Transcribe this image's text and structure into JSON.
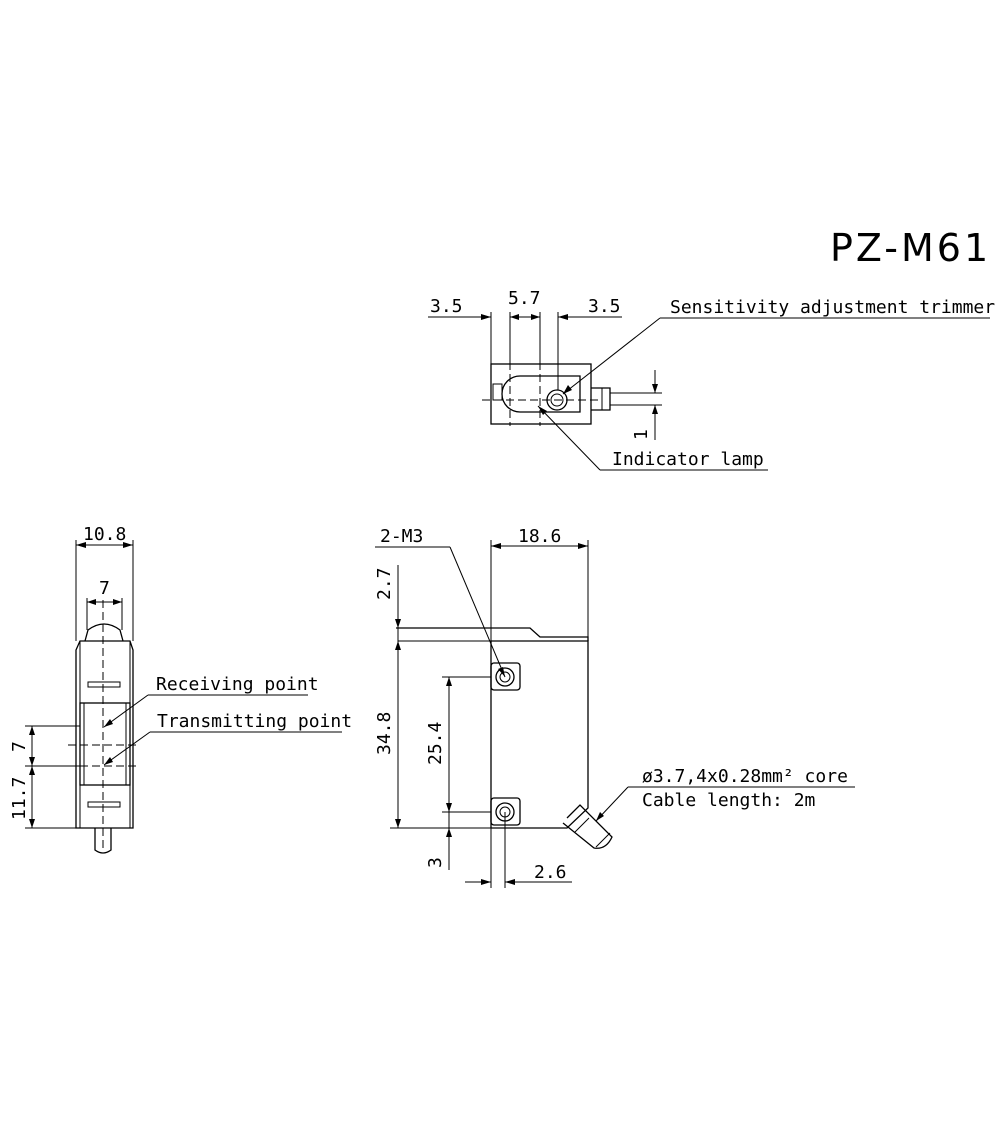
{
  "title": "PZ-M61",
  "top_view": {
    "dim_left": "3.5",
    "dim_center": "5.7",
    "dim_right": "3.5",
    "dim_vertical": "1",
    "label_trimmer": "Sensitivity adjustment trimmer",
    "label_lamp": "Indicator lamp"
  },
  "front_view": {
    "dim_width": "10.8",
    "dim_inner": "7",
    "dim_offset_a": "7",
    "dim_offset_b": "11.7",
    "label_receiving": "Receiving point",
    "label_transmitting": "Transmitting point"
  },
  "side_view": {
    "label_screw": "2-M3",
    "dim_width": "18.6",
    "dim_top": "2.7",
    "dim_height": "34.8",
    "dim_pitch": "25.4",
    "dim_bottom": "3",
    "dim_hole_offset": "2.6",
    "cable_spec": "ø3.7,4x0.28mm² core",
    "cable_length": "Cable length: 2m"
  }
}
